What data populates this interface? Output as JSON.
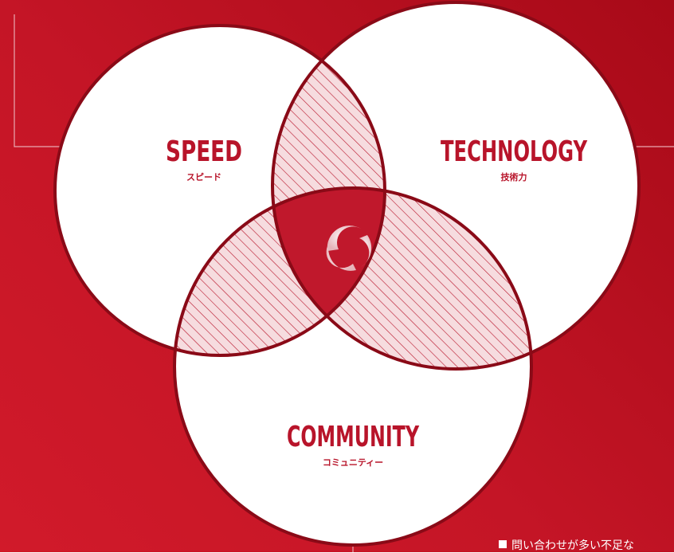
{
  "diagram": {
    "circles": [
      {
        "id": "speed",
        "title": "SPEED",
        "subtitle": "スピード"
      },
      {
        "id": "technology",
        "title": "TECHNOLOGY",
        "subtitle": "技術力"
      },
      {
        "id": "community",
        "title": "COMMUNITY",
        "subtitle": "コミュニティー"
      }
    ]
  },
  "colors": {
    "background": "#c41526",
    "circle_fill": "#ffffff",
    "circle_stroke": "#8a0a17",
    "overlap_fill": "#f3d2d6",
    "hatch": "#b8142a",
    "center_fill": "#b8142a",
    "text": "#b8142a"
  },
  "center_icon": "swirl-logo-icon",
  "footnote": {
    "text": "問い合わせが多い不足な"
  }
}
